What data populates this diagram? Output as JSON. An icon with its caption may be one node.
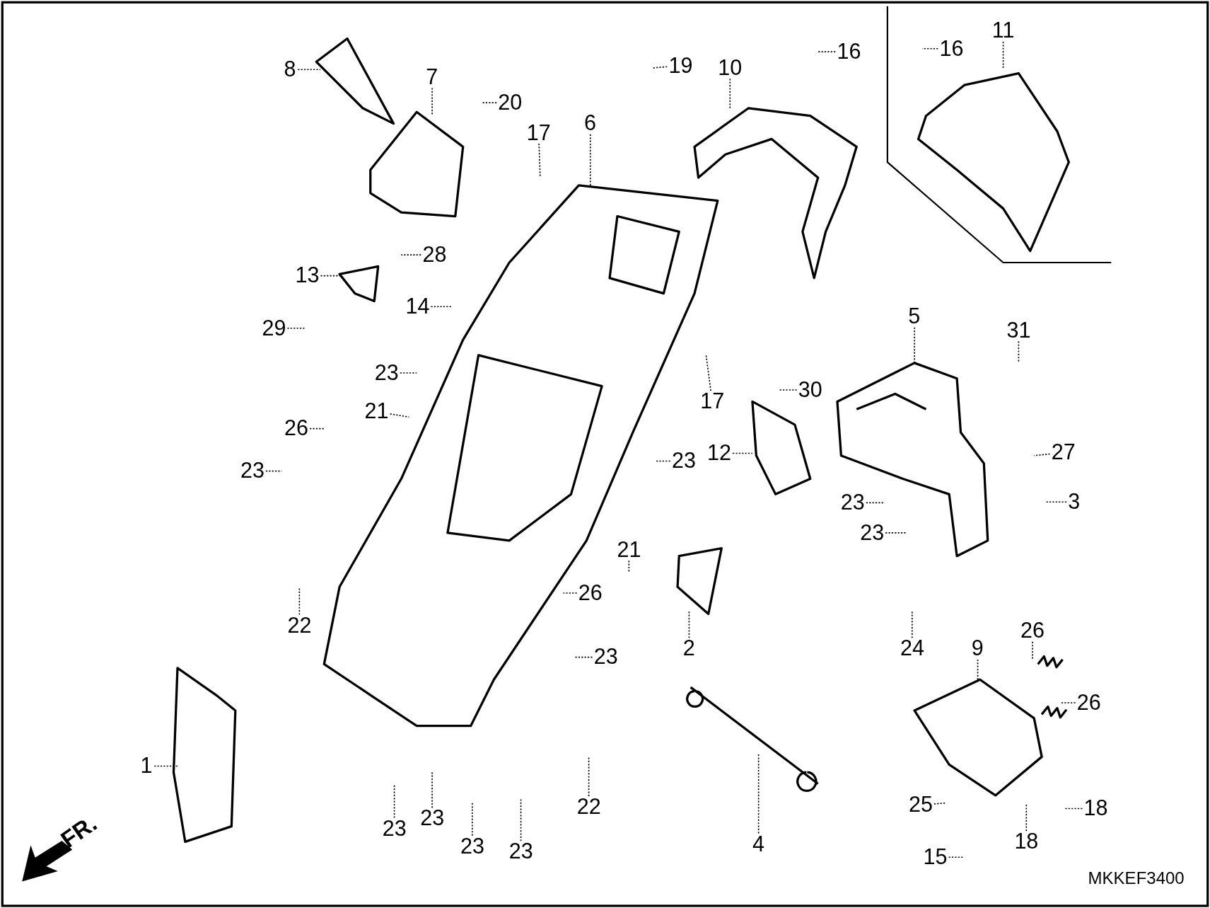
{
  "diagram": {
    "nodes": [
      {
        "text": [
          "11"
        ]
      },
      {
        "text": [
          "16"
        ]
      },
      {
        "text": [
          "16"
        ]
      },
      {
        "text": [
          "19"
        ]
      },
      {
        "text": [
          "10"
        ]
      },
      {
        "text": [
          "8"
        ]
      },
      {
        "text": [
          "7"
        ]
      },
      {
        "text": [
          "20"
        ]
      },
      {
        "text": [
          "6"
        ]
      },
      {
        "text": [
          "17"
        ]
      },
      {
        "text": [
          "28"
        ]
      },
      {
        "text": [
          "13"
        ]
      },
      {
        "text": [
          "14"
        ]
      },
      {
        "text": [
          "5"
        ]
      },
      {
        "text": [
          "29"
        ]
      },
      {
        "text": [
          "31"
        ]
      },
      {
        "text": [
          "23"
        ]
      },
      {
        "text": [
          "30"
        ]
      },
      {
        "text": [
          "17"
        ]
      },
      {
        "text": [
          "21"
        ]
      },
      {
        "text": [
          "26"
        ]
      },
      {
        "text": [
          "27"
        ]
      },
      {
        "text": [
          "12"
        ]
      },
      {
        "text": [
          "23"
        ]
      },
      {
        "text": [
          "23"
        ]
      },
      {
        "text": [
          "3"
        ]
      },
      {
        "text": [
          "23"
        ]
      },
      {
        "text": [
          "23"
        ]
      },
      {
        "text": [
          "21"
        ]
      },
      {
        "text": [
          "26"
        ]
      },
      {
        "text": [
          "22"
        ]
      },
      {
        "text": [
          "26"
        ]
      },
      {
        "text": [
          "24"
        ]
      },
      {
        "text": [
          "2"
        ]
      },
      {
        "text": [
          "9"
        ]
      },
      {
        "text": [
          "23"
        ]
      },
      {
        "text": [
          "26"
        ]
      },
      {
        "text": [
          "1"
        ]
      },
      {
        "text": [
          "25"
        ]
      },
      {
        "text": [
          "22"
        ]
      },
      {
        "text": [
          "18"
        ]
      },
      {
        "text": [
          "23"
        ]
      },
      {
        "text": [
          "23"
        ]
      },
      {
        "text": [
          "18"
        ]
      },
      {
        "text": [
          "4"
        ]
      },
      {
        "text": [
          "23"
        ]
      },
      {
        "text": [
          "23"
        ]
      },
      {
        "text": [
          "15"
        ]
      }
    ],
    "edges": [
      {
        "from": 0,
        "to": null,
        "arrow": "none"
      },
      {
        "from": 1,
        "to": null,
        "arrow": "none"
      },
      {
        "from": 2,
        "to": null,
        "arrow": "none"
      },
      {
        "from": 3,
        "to": null,
        "arrow": "none"
      },
      {
        "from": 4,
        "to": null,
        "arrow": "none"
      },
      {
        "from": 5,
        "to": null,
        "arrow": "none"
      },
      {
        "from": 6,
        "to": null,
        "arrow": "none"
      },
      {
        "from": 7,
        "to": null,
        "arrow": "none"
      },
      {
        "from": 8,
        "to": null,
        "arrow": "none"
      },
      {
        "from": 9,
        "to": null,
        "arrow": "none"
      },
      {
        "from": 10,
        "to": null,
        "arrow": "none"
      },
      {
        "from": 11,
        "to": null,
        "arrow": "none"
      },
      {
        "from": 12,
        "to": null,
        "arrow": "none"
      },
      {
        "from": 13,
        "to": null,
        "arrow": "none"
      },
      {
        "from": 14,
        "to": null,
        "arrow": "none"
      },
      {
        "from": 15,
        "to": null,
        "arrow": "none"
      },
      {
        "from": 16,
        "to": null,
        "arrow": "none"
      },
      {
        "from": 17,
        "to": null,
        "arrow": "none"
      },
      {
        "from": 18,
        "to": null,
        "arrow": "none"
      },
      {
        "from": 19,
        "to": null,
        "arrow": "none"
      },
      {
        "from": 20,
        "to": null,
        "arrow": "none"
      },
      {
        "from": 21,
        "to": null,
        "arrow": "none"
      },
      {
        "from": 22,
        "to": null,
        "arrow": "none"
      },
      {
        "from": 23,
        "to": null,
        "arrow": "none"
      },
      {
        "from": 24,
        "to": null,
        "arrow": "none"
      },
      {
        "from": 25,
        "to": null,
        "arrow": "none"
      },
      {
        "from": 26,
        "to": null,
        "arrow": "none"
      },
      {
        "from": 27,
        "to": null,
        "arrow": "none"
      },
      {
        "from": 28,
        "to": null,
        "arrow": "none"
      },
      {
        "from": 29,
        "to": null,
        "arrow": "none"
      },
      {
        "from": 30,
        "to": null,
        "arrow": "none"
      },
      {
        "from": 31,
        "to": null,
        "arrow": "none"
      },
      {
        "from": 32,
        "to": null,
        "arrow": "none"
      },
      {
        "from": 33,
        "to": null,
        "arrow": "none"
      },
      {
        "from": 34,
        "to": null,
        "arrow": "none"
      },
      {
        "from": 35,
        "to": null,
        "arrow": "none"
      },
      {
        "from": 36,
        "to": null,
        "arrow": "none"
      },
      {
        "from": 37,
        "to": null,
        "arrow": "none"
      },
      {
        "from": 38,
        "to": null,
        "arrow": "none"
      },
      {
        "from": 39,
        "to": null,
        "arrow": "none"
      },
      {
        "from": 40,
        "to": null,
        "arrow": "none"
      },
      {
        "from": 41,
        "to": null,
        "arrow": "none"
      },
      {
        "from": 42,
        "to": null,
        "arrow": "none"
      },
      {
        "from": 43,
        "to": null,
        "arrow": "none"
      },
      {
        "from": 44,
        "to": null,
        "arrow": "none"
      },
      {
        "from": 45,
        "to": null,
        "arrow": "none"
      },
      {
        "from": 46,
        "to": null,
        "arrow": "none"
      },
      {
        "from": 47,
        "to": null,
        "arrow": "none"
      }
    ],
    "labels": [
      "FR.",
      "MKKEF3400"
    ]
  }
}
